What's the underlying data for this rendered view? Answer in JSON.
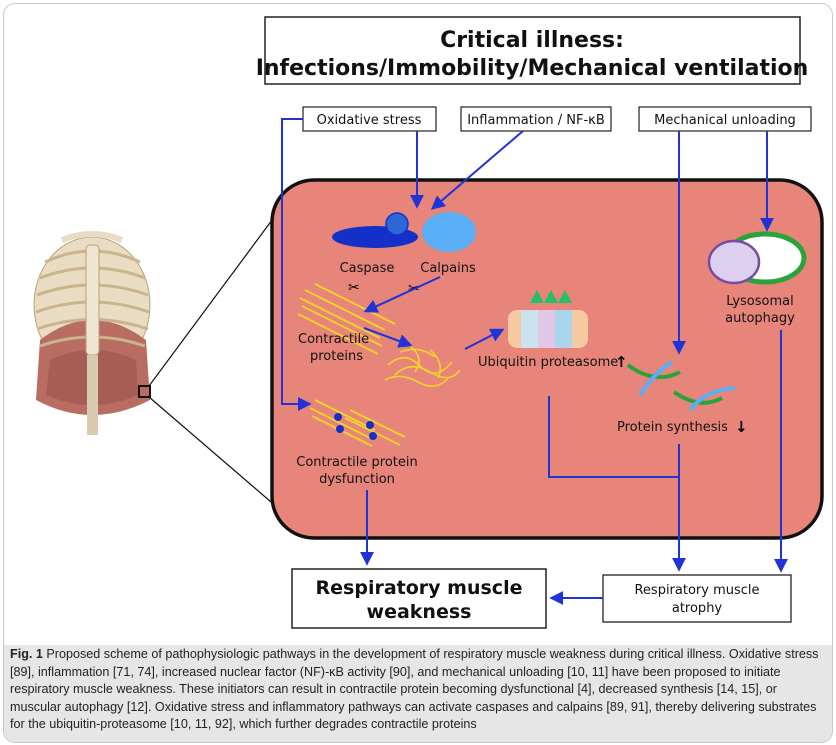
{
  "title": {
    "line1": "Critical illness:",
    "line2": "Infections/Immobility/Mechanical ventilation"
  },
  "initiators": {
    "oxidative": "Oxidative stress",
    "inflammation": "Inflammation / NF-κB",
    "unloading": "Mechanical unloading"
  },
  "cell_labels": {
    "caspase": "Caspase",
    "calpains": "Calpains",
    "contractile_line1": "Contractile",
    "contractile_line2": "proteins",
    "ubiquitin": "Ubiquitin proteasome",
    "lysosomal_line1": "Lysosomal",
    "lysosomal_line2": "autophagy",
    "synthesis": "Protein synthesis",
    "dysfunction_line1": "Contractile protein",
    "dysfunction_line2": "dysfunction"
  },
  "outcomes": {
    "weakness_line1": "Respiratory muscle",
    "weakness_line2": "weakness",
    "atrophy_line1": "Respiratory muscle",
    "atrophy_line2": "atrophy"
  },
  "caption": {
    "label": "Fig. 1",
    "text": " Proposed scheme of pathophysiologic pathways in the development of respiratory muscle weakness during critical illness. Oxidative stress [89], inflammation [71, 74], increased nuclear factor (NF)-κB activity [90], and mechanical unloading [10, 11] have been proposed to initiate respiratory muscle weakness. These initiators can result in contractile protein becoming dysfunctional [4], decreased synthesis [14, 15], or muscular autophagy [12]. Oxidative stress and inflammatory pathways can activate caspases and calpains [89, 91], thereby delivering substrates for the ubiquitin-proteasome [10, 11, 92], which further degrades contractile proteins"
  },
  "colors": {
    "cell_fill": "#e8857a",
    "arrow": "#1f33d6",
    "caspase": "#1530c8",
    "calpain": "#5aaef5",
    "lysosome_ring": "#2aa33a",
    "fiber": "#f2d22a"
  },
  "icons": [
    "scissors-icon",
    "arrow-up-icon",
    "arrow-down-icon",
    "ribcage-illustration"
  ]
}
